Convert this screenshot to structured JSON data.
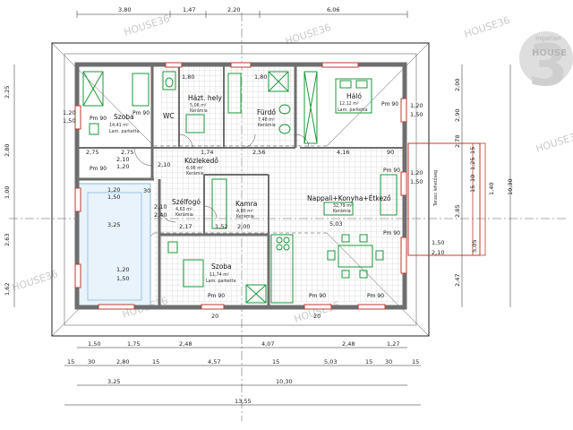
{
  "watermark": {
    "text": "HOUSE36",
    "badge_digit": "3",
    "badge_top": "Ingatlan",
    "badge_word": "HOUSE"
  },
  "colors": {
    "wall": "#6e6e6e",
    "fixture": "#1a9a3a",
    "window": "#c0392b",
    "dim": "#222222",
    "axis": "#555555"
  },
  "rooms": [
    {
      "id": "szoba1",
      "name": "Szoba",
      "area": "14,41 m²",
      "floor": "Lam. parketta"
    },
    {
      "id": "haztart",
      "name": "Házt. hely",
      "area": "5,06 m²",
      "floor": "Kerámia"
    },
    {
      "id": "wc",
      "name": "WC",
      "area": "",
      "floor": ""
    },
    {
      "id": "furdo",
      "name": "Fürdő",
      "area": "7,48 m²",
      "floor": "Kerámia"
    },
    {
      "id": "halo",
      "name": "Háló",
      "area": "12,12 m²",
      "floor": "Lam. parketta"
    },
    {
      "id": "kozlekedo",
      "name": "Közlekedő",
      "area": "6,06 m²",
      "floor": "Kerámia"
    },
    {
      "id": "szelfogo",
      "name": "Szélfogó",
      "area": "4,63 m²",
      "floor": "Kerámia"
    },
    {
      "id": "kamra",
      "name": "Kamra",
      "area": "4,80 m²",
      "floor": "Kerámia"
    },
    {
      "id": "nappali",
      "name": "Nappali+Konyha+Étkező",
      "area": "32,79 m²",
      "floor": "Kerámia"
    },
    {
      "id": "szoba2",
      "name": "Szoba",
      "area": "11,74 m²",
      "floor": "Lam. parketta"
    }
  ],
  "terrace_label": "Terasz lehetőség",
  "dims_top": [
    "3,80",
    "1,47",
    "2,20",
    "6,06"
  ],
  "dims_bottom_row1": [
    "1,50",
    "1,75",
    "2,48",
    "4,07",
    "2,48",
    "1,27"
  ],
  "dims_bottom_row2": [
    "15",
    "30",
    "2,80",
    "15",
    "4,57",
    "15",
    "5,03",
    "15",
    "30",
    "15"
  ],
  "dims_bottom_row3": [
    "3,25",
    "10,30"
  ],
  "dims_bottom_total": "13,55",
  "dims_left": [
    "2,25",
    "2,80",
    "1,00",
    "2,63",
    "1,62"
  ],
  "dims_right_outer": [
    "2,00",
    "2,90",
    "2,78",
    "2,85",
    "5,05",
    "2,47"
  ],
  "dims_right_total": "10,30",
  "dims_right_small": [
    "15",
    "1,25",
    "10",
    "15",
    "1,40"
  ],
  "inner_labels": {
    "top_row": [
      "1,80",
      "1,80"
    ],
    "row_275": [
      "2,75",
      "2,75",
      "1,74",
      "2,56",
      "4,16"
    ],
    "row_503": "5,03",
    "row_217": [
      "2,17",
      "2,00",
      "1,52"
    ],
    "row_325": "3,25",
    "pm": [
      "Pm 90",
      "Pm 90",
      "Pm 90",
      "Pm 90",
      "Pm 90",
      "Pm 90",
      "Pm 90",
      "Pm 90",
      "Pm 90"
    ],
    "windows_left": [
      [
        "1,20",
        "1,50"
      ],
      [
        "1,20",
        "1,50"
      ],
      [
        "1,20",
        "1,50"
      ]
    ],
    "windows_right": [
      [
        "1,20",
        "1,50"
      ],
      [
        "1,20",
        "1,50"
      ],
      [
        "1,50",
        "2,10"
      ]
    ],
    "misc": [
      "2,10",
      "2,40",
      "2,10",
      "2,10",
      "1,20",
      "30",
      "90",
      "20",
      "20"
    ]
  }
}
